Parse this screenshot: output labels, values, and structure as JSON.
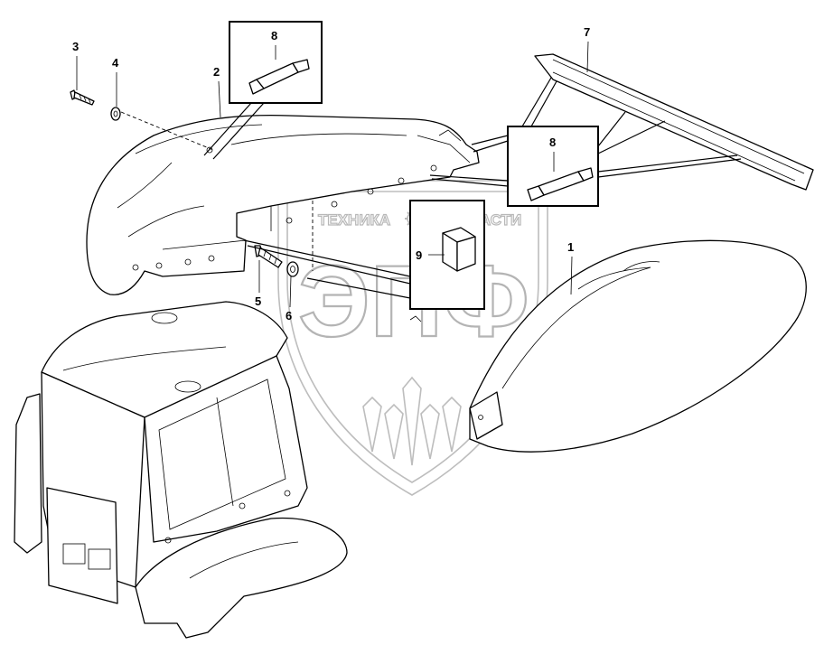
{
  "watermark": {
    "brand_left": "ТЕХНИКА",
    "brand_right": "ЗАПЧАСТИ",
    "logo": "ЭПФ",
    "gear_icon": "gear-icon"
  },
  "callouts": {
    "c1": "1",
    "c2": "2",
    "c3": "3",
    "c4": "4",
    "c5": "5",
    "c6": "6",
    "c7": "7",
    "c8a": "8",
    "c8b": "8",
    "c9": "9"
  }
}
